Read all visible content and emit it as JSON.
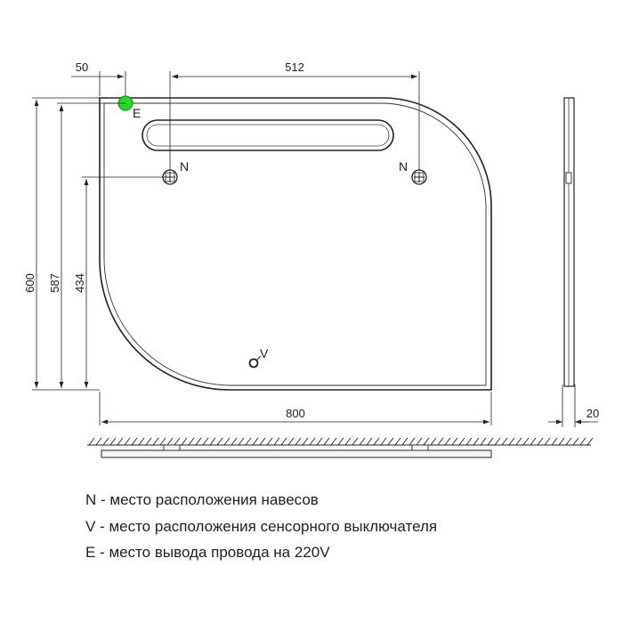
{
  "dimensions": {
    "width_total": "800",
    "height_total": "600",
    "height_mount": "587",
    "height_hooks": "434",
    "hook_spacing": "512",
    "wire_offset": "50",
    "depth": "20"
  },
  "markers": {
    "hook_left": "N",
    "hook_right": "N",
    "switch": "V",
    "wire": "E"
  },
  "legend": [
    "N - место расположения навесов",
    "V - место расположения сенсорного выключателя",
    "E - место вывода провода на 220V"
  ],
  "colors": {
    "line": "#222222",
    "wire_marker": "#22dd22"
  }
}
